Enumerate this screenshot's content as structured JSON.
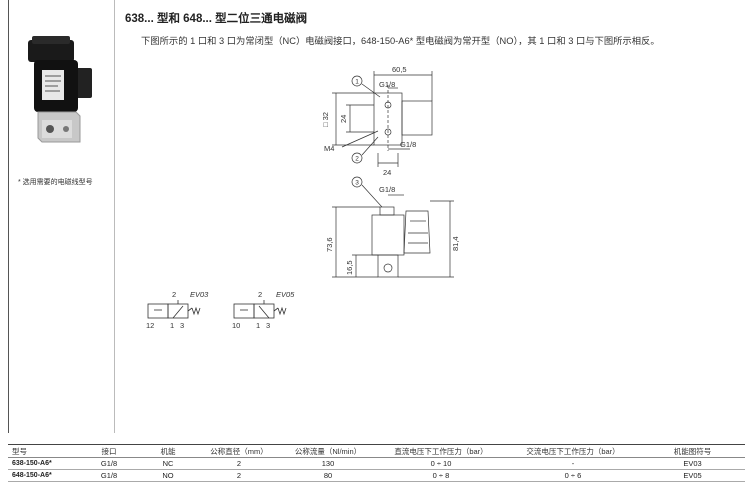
{
  "title": "638... 型和 648... 型二位三通电磁阀",
  "description": "下图所示的 1 口和 3 口为常闭型（NC）电磁阀接口，648-150-A6* 型电磁阀为常开型（NO），其 1 口和 3 口与下图所示相反。",
  "product_note": "* 选用需要的电磁线型号",
  "drawing": {
    "top_view": {
      "width": "60,5",
      "port_top": "G1/8",
      "port_bottom": "G1/8",
      "square": "□ 32",
      "pitch_v": "24",
      "pitch_h": "24",
      "thread": "M4",
      "callout_1": "1",
      "callout_2": "2"
    },
    "side_view": {
      "port": "G1/8",
      "callout_3": "3",
      "height_body": "73,6",
      "height_port": "16,5",
      "height_total": "81,4"
    }
  },
  "symbols": [
    {
      "code": "EV03",
      "port_top": "2",
      "port_left": "12",
      "port_mid": "1",
      "port_right": "3"
    },
    {
      "code": "EV05",
      "port_top": "2",
      "port_left": "10",
      "port_mid": "1",
      "port_right": "3"
    }
  ],
  "table": {
    "headers": [
      "型号",
      "接口",
      "机能",
      "公称直径（mm）",
      "公称流量（Nl/min）",
      "直流电压下工作压力（bar）",
      "交流电压下工作压力（bar）",
      "机能图符号"
    ],
    "rows": [
      [
        "638-150-A6*",
        "G1/8",
        "NC",
        "2",
        "130",
        "0 ÷ 10",
        "-",
        "EV03"
      ],
      [
        "648-150-A6*",
        "G1/8",
        "NO",
        "2",
        "80",
        "0 ÷ 8",
        "0 ÷ 6",
        "EV05"
      ]
    ]
  }
}
